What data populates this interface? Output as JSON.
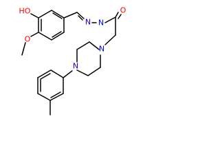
{
  "diagram": {
    "type": "chemical-structure",
    "atom_labels": {
      "hydroxyl": "HO",
      "methoxy_oxygen": "O",
      "carbonyl_oxygen": "O",
      "imine_nitrogen": "N",
      "hydrazide_nitrogen": "N",
      "piperazine_nitrogen_top": "N",
      "piperazine_nitrogen_bottom": "N"
    },
    "colors": {
      "bond": "#000000",
      "oxygen": "#ff0000",
      "nitrogen": "#0000ff"
    }
  }
}
